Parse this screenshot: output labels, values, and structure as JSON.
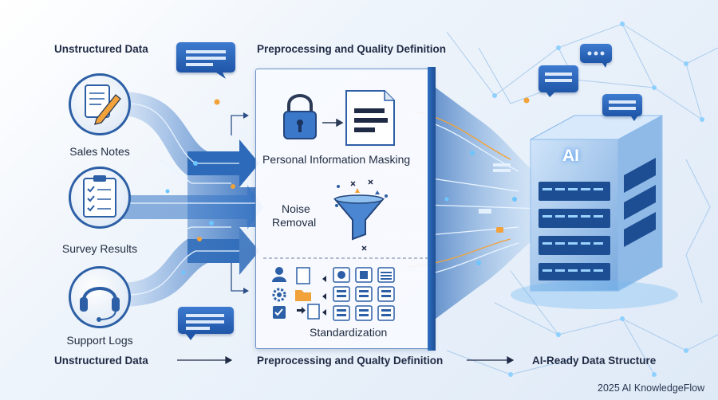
{
  "headings": {
    "top_left": "Unstructured Data",
    "top_middle": "Preprocessing and Quality Definition"
  },
  "sources": [
    {
      "label": "Sales Notes",
      "icon": "notepad-pencil-icon"
    },
    {
      "label": "Survey Results",
      "icon": "clipboard-checklist-icon"
    },
    {
      "label": "Support Logs",
      "icon": "headset-icon"
    }
  ],
  "steps": {
    "masking": "Personal Information Masking",
    "noise_line1": "Noise",
    "noise_line2": "Removal",
    "standardization": "Standardization"
  },
  "cube_label": "AI",
  "bottom_flow": {
    "stage1": "Unstructured Data",
    "stage2": "Preprocessing and Qualty Definition",
    "stage3": "AI-Ready Data Structure"
  },
  "footer": "2025 AI KnowledgeFlow",
  "colors": {
    "primary": "#1f56a8",
    "accent_orange": "#f2a23a",
    "glow": "#5ab8f5"
  }
}
